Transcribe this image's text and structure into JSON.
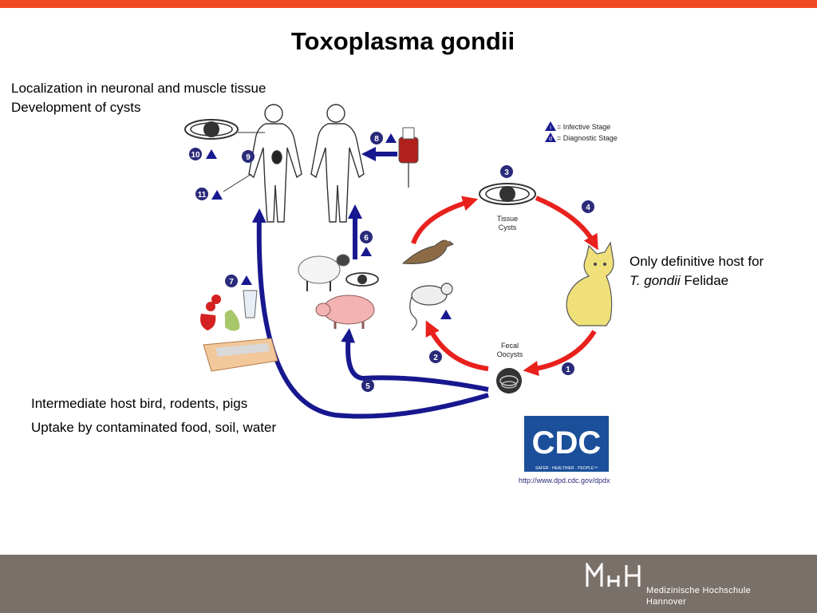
{
  "slide": {
    "title": "Toxoplasma gondii",
    "note_top_line1": "Localization in neuronal and muscle tissue",
    "note_top_line2": "Development of cysts",
    "note_right_line1": "Only definitive host for",
    "note_right_italic": "T. gondii",
    "note_right_rest": " Felidae",
    "note_bottom_line1": "Intermediate host bird, rodents, pigs",
    "note_bottom_line2": "Uptake by contaminated food, soil, water"
  },
  "diagram": {
    "legend_infective": "= Infective Stage",
    "legend_diagnostic": "= Diagnostic Stage",
    "legend_i": "i",
    "legend_d": "d",
    "tissue_cysts_line1": "Tissue",
    "tissue_cysts_line2": "Cysts",
    "fecal_oocysts_line1": "Fecal",
    "fecal_oocysts_line2": "Oocysts",
    "steps": [
      "1",
      "2",
      "3",
      "4",
      "5",
      "6",
      "7",
      "8",
      "9",
      "10",
      "11"
    ],
    "cdc_logo": "CDC",
    "cdc_tagline": "SAFER · HEALTHIER · PEOPLE™",
    "cdc_url": "http://www.dpd.cdc.gov/dpdx"
  },
  "footer": {
    "logo_mark": "MHH",
    "institution_line1": "Medizinische Hochschule",
    "institution_line2": "Hannover"
  },
  "colors": {
    "accent_bar": "#f04a23",
    "footer_bg": "#7a706a",
    "arrow_red": "#e8211d",
    "arrow_blue": "#17188f",
    "cdc_blue": "#1b4f9a"
  }
}
